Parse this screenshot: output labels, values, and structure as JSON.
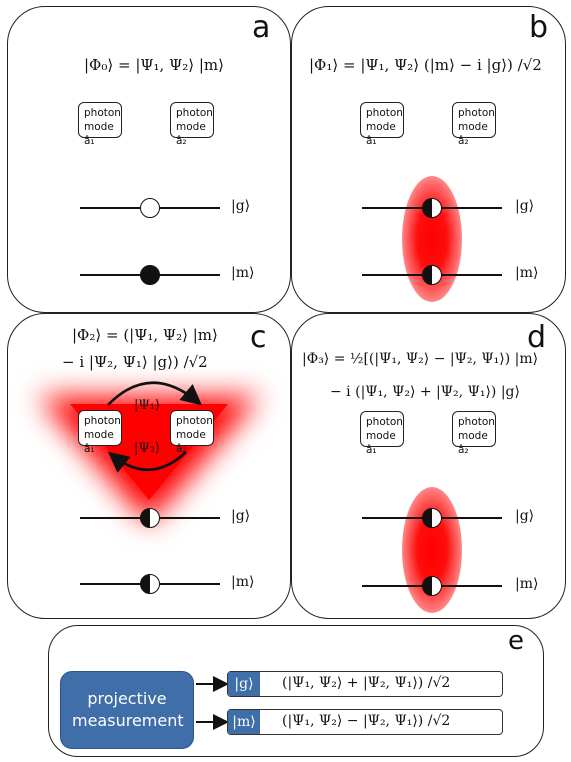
{
  "panels": {
    "a": {
      "letter": "a",
      "equation": "|Φ₀⟩ = |Ψ₁, Ψ₂⟩ |m⟩",
      "mode1": [
        "photon",
        "mode â₁"
      ],
      "mode2": [
        "photon",
        "mode â₂"
      ],
      "ket_g": "|g⟩",
      "ket_m": "|m⟩"
    },
    "b": {
      "letter": "b",
      "equation": "|Φ₁⟩ = |Ψ₁, Ψ₂⟩ (|m⟩ − i |g⟩) /√2",
      "mode1": [
        "photon",
        "mode â₁"
      ],
      "mode2": [
        "photon",
        "mode â₂"
      ],
      "ket_g": "|g⟩",
      "ket_m": "|m⟩"
    },
    "c": {
      "letter": "c",
      "equation_line1": "|Φ₂⟩ = (|Ψ₁, Ψ₂⟩ |m⟩",
      "equation_line2": "− i |Ψ₂, Ψ₁⟩ |g⟩) /√2",
      "mode1": [
        "photon",
        "mode â₁"
      ],
      "mode2": [
        "photon",
        "mode â₂"
      ],
      "arrow_top_label": "|Ψ₁⟩",
      "arrow_bottom_label": "|Ψ₂⟩",
      "ket_g": "|g⟩",
      "ket_m": "|m⟩"
    },
    "d": {
      "letter": "d",
      "equation_line1": "|Φ₃⟩ = ½[(|Ψ₁, Ψ₂⟩ − |Ψ₂, Ψ₁⟩) |m⟩",
      "equation_line2": "− i (|Ψ₁, Ψ₂⟩ + |Ψ₂, Ψ₁⟩) |g⟩",
      "mode1": [
        "photon",
        "mode â₁"
      ],
      "mode2": [
        "photon",
        "mode â₂"
      ],
      "ket_g": "|g⟩",
      "ket_m": "|m⟩"
    },
    "e": {
      "letter": "e",
      "measurement_label": "projective measurement",
      "outcome_g_tag": "|g⟩",
      "outcome_g_text": "(|Ψ₁, Ψ₂⟩ + |Ψ₂, Ψ₁⟩) /√2",
      "outcome_m_tag": "|m⟩",
      "outcome_m_text": "(|Ψ₁, Ψ₂⟩ − |Ψ₂, Ψ₁⟩) /√2"
    }
  },
  "colors": {
    "glow": "#ff0000",
    "measurement_fill": "#3f6ea9"
  }
}
